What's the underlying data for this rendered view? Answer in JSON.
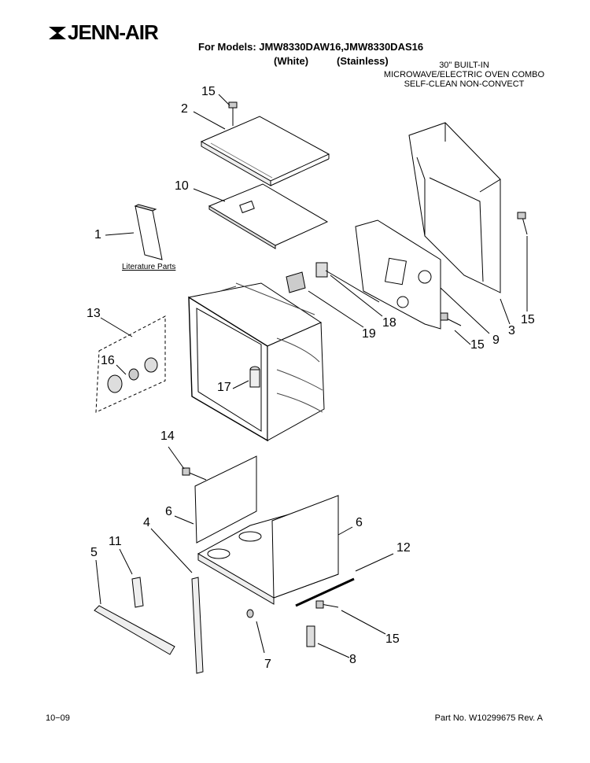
{
  "brand": {
    "name": "JENN-AIR"
  },
  "header": {
    "models_line": "For Models: JMW8330DAW16,JMW8330DAS16",
    "variant_white": "(White)",
    "variant_stainless": "(Stainless)",
    "description": [
      "30\" BUILT-IN",
      "MICROWAVE/ELECTRIC OVEN COMBO",
      "SELF-CLEAN NON-CONVECT"
    ]
  },
  "callouts": {
    "c15a": "15",
    "c2": "2",
    "c10": "10",
    "c1": "1",
    "c13": "13",
    "c16": "16",
    "c17": "17",
    "c19": "19",
    "c18": "18",
    "c15b": "15",
    "c9": "9",
    "c3": "3",
    "c15c": "15",
    "c14": "14",
    "c6a": "6",
    "c6b": "6",
    "c4": "4",
    "c11": "11",
    "c5": "5",
    "c12": "12",
    "c15d": "15",
    "c7": "7",
    "c8": "8"
  },
  "literature_label": "Literature Parts",
  "footer": {
    "date": "10−09",
    "part_no": "Part No. W10299675 Rev. A"
  }
}
